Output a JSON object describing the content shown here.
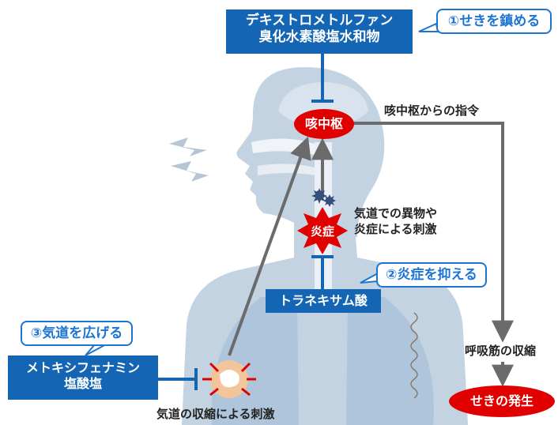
{
  "drugs": {
    "dextromethorphan_line1": "デキストロメトルファン",
    "dextromethorphan_line2": "臭化水素酸塩水和物",
    "tranexamic": "トラネキサム酸",
    "methoxyphenamine_line1": "メトキシフェナミン",
    "methoxyphenamine_line2": "塩酸塩"
  },
  "callouts": {
    "suppress_cough": "①せきを鎮める",
    "reduce_inflammation": "②炎症を抑える",
    "widen_airway": "③気道を広げる"
  },
  "nodes": {
    "cough_center": "咳中枢",
    "inflammation": "炎症",
    "cough_occurs": "せきの発生"
  },
  "labels": {
    "command": "咳中枢からの指令",
    "stimulus_line1": "気道での異物や",
    "stimulus_line2": "炎症による刺激",
    "muscle_contraction": "呼吸筋の収縮",
    "airway_contraction": "気道の収縮による刺激"
  },
  "colors": {
    "drug_box": "#1565b5",
    "callout_border": "#1c74d4",
    "node_red": "#e00000",
    "body_silhouette": "#c3d3e2",
    "arrow": "#6b6b6b"
  }
}
